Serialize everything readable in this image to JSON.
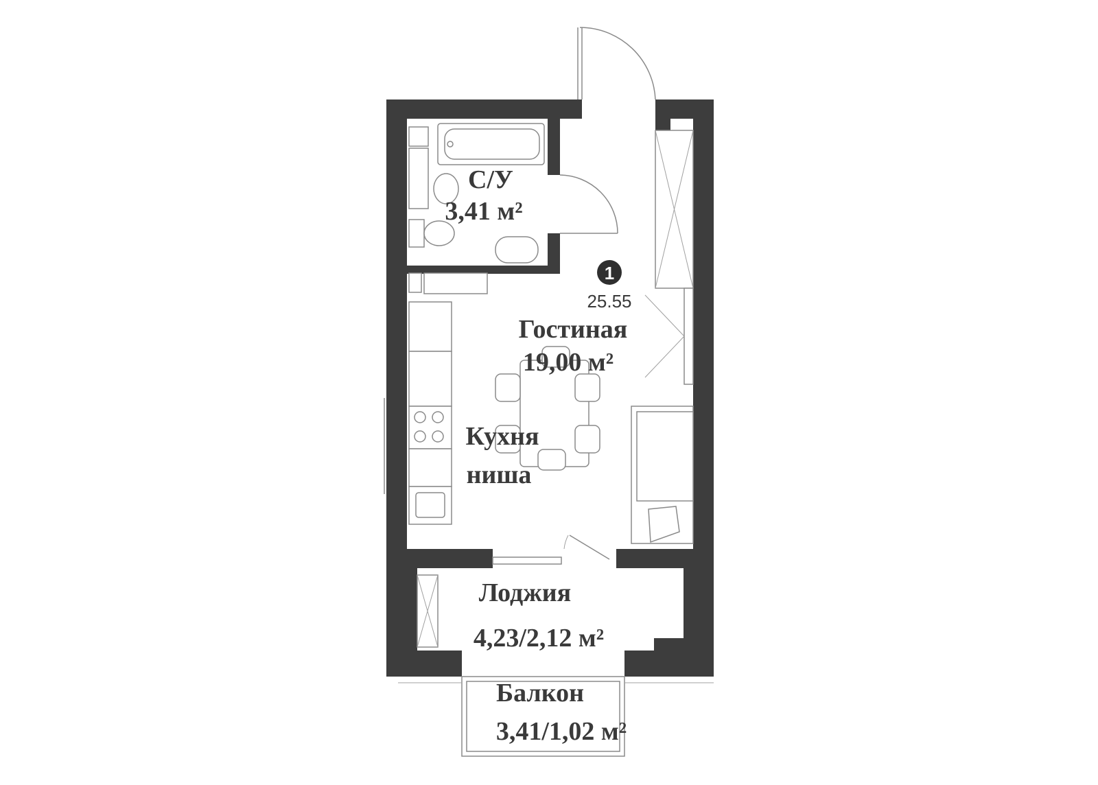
{
  "plan": {
    "apartment_number": "1",
    "total_area": "25.55",
    "rooms": {
      "bathroom": {
        "name": "С/У",
        "area": "3,41 м²"
      },
      "living": {
        "name": "Гостиная",
        "area": "19,00 м²"
      },
      "kitchen": {
        "name_line1": "Кухня",
        "name_line2": "ниша"
      },
      "loggia": {
        "name": "Лоджия",
        "area": "4,23/2,12 м²"
      },
      "balcony": {
        "name": "Балкон",
        "area": "3,41/1,02 м²"
      }
    },
    "colors": {
      "wall": "#3d3d3d",
      "line": "#8a8a8a",
      "text": "#3a3a3a"
    }
  }
}
